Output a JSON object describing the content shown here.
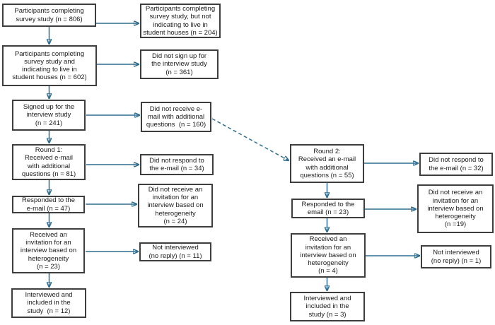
{
  "figure": {
    "type": "flowchart",
    "description_visible": false
  },
  "colors": {
    "arrow": "#2e6d8f",
    "box_border": "#3e3e3e",
    "box_fill": "#ffffff",
    "text": "#1c1c1c",
    "background": "#ffffff"
  },
  "nodes": {
    "b1": {
      "text": "Participants completing\nsurvey study (n = 806)",
      "n": 806
    },
    "b2": {
      "text": "Participants completing\nsurvey study, but not\nindicating to live in\nstudent houses (n = 204)",
      "n": 204
    },
    "b3": {
      "text": "Participants completing\nsurvey study and\nindicating to live in\nstudent houses (n = 602)",
      "n": 602
    },
    "b4": {
      "text": "Did not sign up for\nthe interview study\n(n = 361)",
      "n": 361
    },
    "b5": {
      "text": "Signed up for the\ninterview study\n(n = 241)",
      "n": 241
    },
    "b6": {
      "text": "Did not receive e-\nmail with additional\nquestions  (n = 160)",
      "n": 160
    },
    "b7": {
      "text": "Round 1:\nReceived e-mail\nwith additional\nquestions (n = 81)",
      "n": 81
    },
    "b8": {
      "text": "Did not respond to\nthe e-mail (n = 34)",
      "n": 34
    },
    "b9": {
      "text": "Responded to the\ne-mail (n = 47)",
      "n": 47
    },
    "b10": {
      "text": "Did not receive an\ninvitation for an\ninterview based on\nheterogeneity\n(n = 24)",
      "n": 24
    },
    "b11": {
      "text": "Received an\ninvitation for an\ninterview based on\nheterogeneity\n(n = 23)",
      "n": 23
    },
    "b12": {
      "text": "Not interviewed\n(no reply) (n = 11)",
      "n": 11
    },
    "b13": {
      "text": "Interviewed and\nincluded in the\nstudy  (n = 12)",
      "n": 12
    },
    "b14": {
      "text": "Round 2:\nReceived an e-mail\nwith additional\nquestions (n = 55)",
      "n": 55
    },
    "b15": {
      "text": "Did not respond to\nthe e-mail (n = 32)",
      "n": 32
    },
    "b16": {
      "text": "Responded to the\nemail (n = 23)",
      "n": 23
    },
    "b17": {
      "text": "Did not receive an\ninvitation for an\ninterview based on\nheterogeneity\n(n =19)",
      "n": 19
    },
    "b18": {
      "text": "Received an\ninvitation for an\ninterview based on\nheterogeneity\n(n = 4)",
      "n": 4
    },
    "b19": {
      "text": "Not interviewed\n(no reply) (n = 1)",
      "n": 1
    },
    "b20": {
      "text": "Interviewed and\nincluded in the\nstudy (n = 3)",
      "n": 3
    }
  },
  "edges": [
    {
      "from": "b1",
      "to": "b2",
      "style": "solid"
    },
    {
      "from": "b1",
      "to": "b3",
      "style": "solid"
    },
    {
      "from": "b3",
      "to": "b4",
      "style": "solid"
    },
    {
      "from": "b3",
      "to": "b5",
      "style": "solid"
    },
    {
      "from": "b5",
      "to": "b6",
      "style": "solid"
    },
    {
      "from": "b5",
      "to": "b7",
      "style": "solid"
    },
    {
      "from": "b7",
      "to": "b8",
      "style": "solid"
    },
    {
      "from": "b7",
      "to": "b9",
      "style": "solid"
    },
    {
      "from": "b9",
      "to": "b10",
      "style": "solid"
    },
    {
      "from": "b9",
      "to": "b11",
      "style": "solid"
    },
    {
      "from": "b11",
      "to": "b12",
      "style": "solid"
    },
    {
      "from": "b11",
      "to": "b13",
      "style": "solid"
    },
    {
      "from": "b6",
      "to": "b14",
      "style": "dashed"
    },
    {
      "from": "b14",
      "to": "b15",
      "style": "solid"
    },
    {
      "from": "b14",
      "to": "b16",
      "style": "solid"
    },
    {
      "from": "b16",
      "to": "b17",
      "style": "solid"
    },
    {
      "from": "b16",
      "to": "b18",
      "style": "solid"
    },
    {
      "from": "b18",
      "to": "b19",
      "style": "solid"
    },
    {
      "from": "b18",
      "to": "b20",
      "style": "solid"
    }
  ]
}
